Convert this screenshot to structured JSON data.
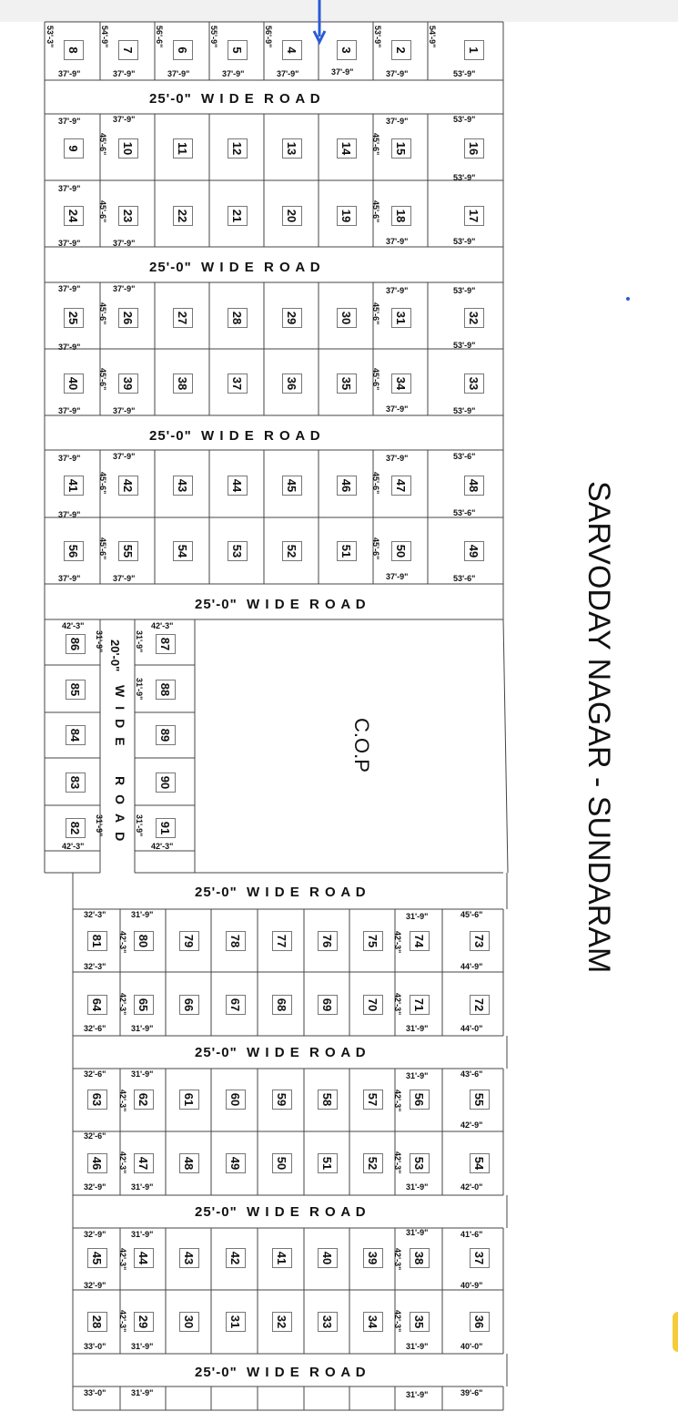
{
  "title": "SARVODAY NAGAR - SUNDARAM",
  "road_label": "25'-0\"  W I D E  R O A D",
  "vertical_road": {
    "width_label": "20'-0\"",
    "word1": "WIDE",
    "word2": "ROAD"
  },
  "cop_label": "C.O.P",
  "colors": {
    "line": "#444444",
    "accent_blue": "#2a5bd7",
    "accent_yellow": "#f4cc3a"
  },
  "upper_blocks": [
    {
      "top_row": [
        "8",
        "7",
        "6",
        "5",
        "4",
        "3",
        "2",
        "1"
      ]
    },
    {
      "top_row": [
        "9",
        "10",
        "11",
        "12",
        "13",
        "14",
        "15",
        "16"
      ],
      "bottom_row": [
        "24",
        "23",
        "22",
        "21",
        "20",
        "19",
        "18",
        "17"
      ]
    },
    {
      "top_row": [
        "25",
        "26",
        "27",
        "28",
        "29",
        "30",
        "31",
        "32"
      ],
      "bottom_row": [
        "40",
        "39",
        "38",
        "37",
        "36",
        "35",
        "34",
        "33"
      ]
    },
    {
      "top_row": [
        "41",
        "42",
        "43",
        "44",
        "45",
        "46",
        "47",
        "48"
      ],
      "bottom_row": [
        "56",
        "55",
        "54",
        "53",
        "52",
        "51",
        "50",
        "49"
      ]
    }
  ],
  "middle_left_plots": [
    "86",
    "85",
    "84",
    "83",
    "82"
  ],
  "middle_right_plots": [
    "87",
    "88",
    "89",
    "90",
    "91"
  ],
  "lower_blocks": [
    {
      "top_row": [
        "81",
        "80",
        "79",
        "78",
        "77",
        "76",
        "75",
        "74",
        "73"
      ],
      "bottom_row": [
        "64",
        "65",
        "66",
        "67",
        "68",
        "69",
        "70",
        "71",
        "72"
      ]
    },
    {
      "top_row": [
        "63",
        "62",
        "61",
        "60",
        "59",
        "58",
        "57",
        "56",
        "55"
      ],
      "bottom_row": [
        "46",
        "47",
        "48",
        "49",
        "50",
        "51",
        "52",
        "53",
        "54"
      ]
    },
    {
      "top_row": [
        "45",
        "44",
        "43",
        "42",
        "41",
        "40",
        "39",
        "38",
        "37"
      ],
      "bottom_row": [
        "28",
        "29",
        "30",
        "31",
        "32",
        "33",
        "34",
        "35",
        "36"
      ]
    }
  ],
  "dims": {
    "d379": "37'-9\"",
    "d539": "53'-9\"",
    "d456": "45'-6\"",
    "d538": "53'-6\"",
    "d423": "42'-3\"",
    "d319": "31'-9\"",
    "d323": "32'-3\"",
    "d456b": "45'-6\"",
    "d449": "44'-9\"",
    "d440": "44'-0\"",
    "d326": "32'-6\"",
    "d436": "43'-6\"",
    "d429": "42'-9\"",
    "d420": "42'-0\"",
    "d329": "32'-9\"",
    "d416": "41'-6\"",
    "d409": "40'-9\"",
    "d330": "33'-0\"",
    "d400": "40'-0\"",
    "d396": "39'-6\"",
    "d533": "53'-3\"",
    "d549": "54'-9\"",
    "d556": "56'-6\"",
    "d559": "55'-9\"",
    "d569": "56'-9\"",
    "d539b": "53'-9\"",
    "d549b": "54'-9\""
  }
}
